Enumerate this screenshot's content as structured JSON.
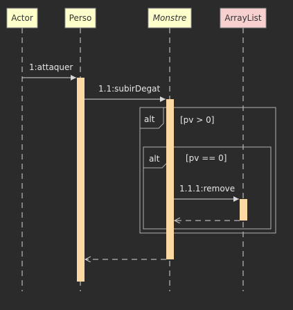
{
  "participants": [
    {
      "id": "actor",
      "label": "Actor",
      "italic": false,
      "fill": "#ffffcc"
    },
    {
      "id": "perso",
      "label": "Perso",
      "italic": false,
      "fill": "#ffffcc"
    },
    {
      "id": "monstre",
      "label": "Monstre",
      "italic": true,
      "fill": "#ffffcc"
    },
    {
      "id": "arraylist",
      "label": "ArrayList",
      "italic": false,
      "fill": "#f8d0d0"
    }
  ],
  "messages": [
    {
      "label": "1:attaquer",
      "kind": "sync"
    },
    {
      "label": "1.1:subirDegat",
      "kind": "sync"
    },
    {
      "label": "1.1.1:remove",
      "kind": "sync"
    },
    {
      "label": "",
      "kind": "return"
    },
    {
      "label": "",
      "kind": "return"
    }
  ],
  "fragments": [
    {
      "keyword": "alt",
      "guard": "[pv > 0]"
    },
    {
      "keyword": "alt",
      "guard": "[pv == 0]"
    }
  ],
  "colors": {
    "background": "#2b2b2b",
    "lifeline": "#d8d8d8",
    "activation": "#fcd9a3",
    "participant_border": "#999999",
    "fragment_border": "#b0b0b0",
    "text": "#e6e6e6"
  }
}
